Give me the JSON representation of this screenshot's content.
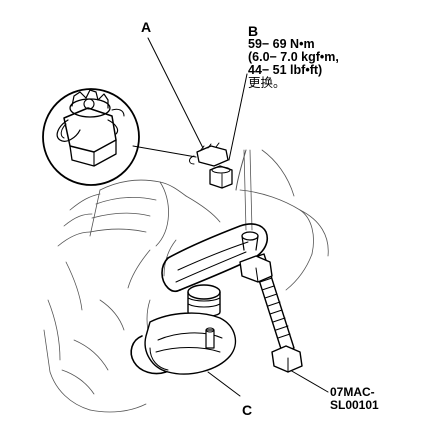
{
  "callouts": {
    "a": "A",
    "b": "B",
    "c": "C"
  },
  "torque_spec": {
    "line1": "59− 69 N•m",
    "line2": "(6.0− 7.0 kgf•m,",
    "line3": "44− 51 lbf•ft)",
    "line4": "更换。"
  },
  "tool": {
    "line1": "07MAC-",
    "line2": "SL00101"
  }
}
